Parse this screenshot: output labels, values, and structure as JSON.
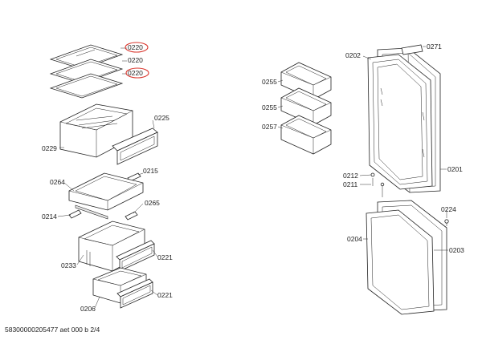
{
  "labels": {
    "shelf_1": "0220",
    "shelf_2": "0220",
    "shelf_3": "0220",
    "crisper": "0229",
    "crisper_cover": "0225",
    "clip_215": "0215",
    "tray_264": "0264",
    "clip_214": "0214",
    "clip_265": "0265",
    "drawer_233": "0233",
    "front_221a": "0221",
    "drawer_206": "0206",
    "front_221b": "0221",
    "door_shelf_1": "0255",
    "door_shelf_2": "0255",
    "door_shelf_3": "0257",
    "door_gasket": "0202",
    "door_cover": "0271",
    "door_panel": "0201",
    "hinge_212": "0212",
    "hinge_211": "0211",
    "freezer_gasket": "0204",
    "pin_224": "0224",
    "freezer_door": "0203"
  },
  "footer": "58300000205477 aet 000 b 2/4",
  "colors": {
    "highlight": "#d9342b",
    "line": "#222222"
  }
}
